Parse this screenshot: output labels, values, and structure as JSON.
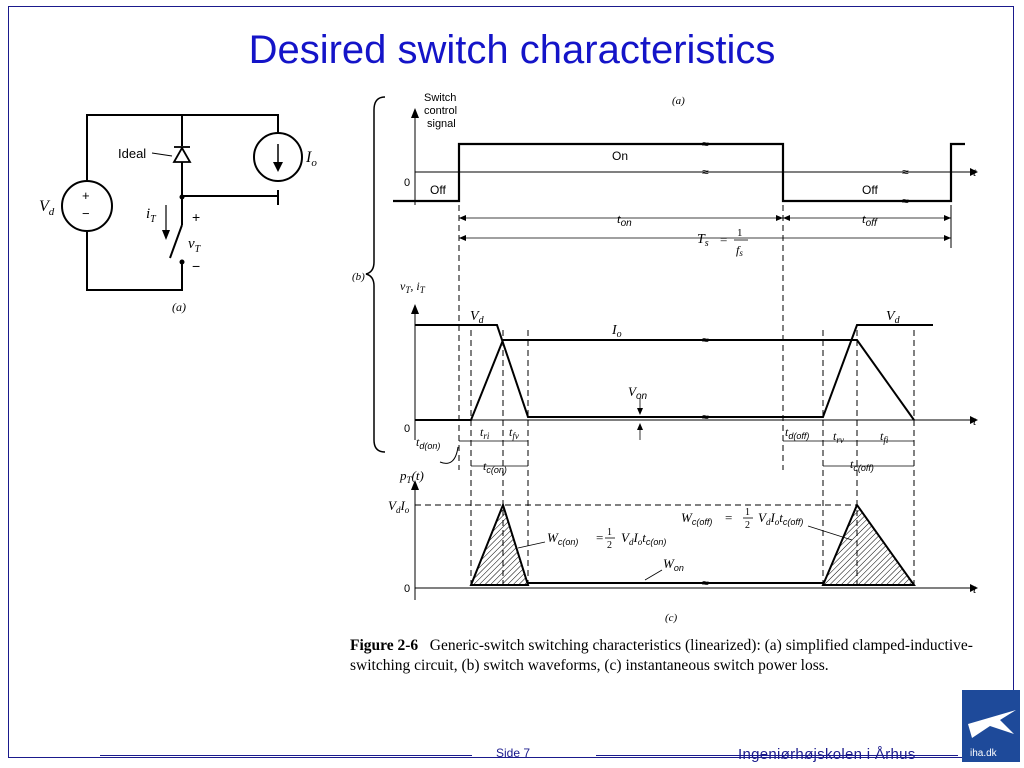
{
  "slide": {
    "title": "Desired switch characteristics",
    "page_label": "Side 7",
    "school_name": "Ingeniørhøjskolen i Århus",
    "logo_text": "iha.dk"
  },
  "circuit": {
    "ideal_label": "Ideal",
    "vd": "V",
    "vd_sub": "d",
    "io": "I",
    "io_sub": "o",
    "it": "i",
    "it_sub": "T",
    "vt": "v",
    "vt_sub": "T",
    "plus": "+",
    "minus": "−",
    "panel": "(a)"
  },
  "waveforms": {
    "panel_a": "(a)",
    "panel_b": "(b)",
    "panel_c": "(c)",
    "switch_control": [
      "Switch",
      "control",
      "signal"
    ],
    "on": "On",
    "off": "Off",
    "zero": "0",
    "t": "t",
    "t_on": "t",
    "t_on_sub": "on",
    "t_off": "t",
    "t_off_sub": "off",
    "ts": "T",
    "ts_sub": "s",
    "eq": "=",
    "one": "1",
    "fs": "f",
    "fs_sub": "s",
    "vt_it": "v",
    "vt_it_sub": "T",
    "vt_it_rest": ", i",
    "vt_it_sub2": "T",
    "vd": "V",
    "vd_sub": "d",
    "io": "I",
    "io_sub": "o",
    "von": "V",
    "von_sub": "on",
    "tri": "t",
    "tri_sub": "ri",
    "tfv": "t",
    "tfv_sub": "fv",
    "tdon": "t",
    "tdon_sub": "d(on)",
    "tcon": "t",
    "tcon_sub": "c(on)",
    "tdoff": "t",
    "tdoff_sub": "d(off)",
    "trv": "t",
    "trv_sub": "rv",
    "tfi": "t",
    "tfi_sub": "fi",
    "tcoff": "t",
    "tcoff_sub": "c(off)",
    "pt": "p",
    "pt_sub": "T",
    "pt_rest": "(t)",
    "vdio": "V",
    "vdio_sub": "d",
    "vdio_rest": "I",
    "vdio_sub2": "o",
    "wcon": "W",
    "wcon_sub": "c(on)",
    "wcon_rest": "V",
    "wcoff": "W",
    "wcoff_sub": "c(off)",
    "wcoff_rest": "V",
    "half_num": "1",
    "half_den": "2",
    "won": "W",
    "won_sub": "on"
  },
  "caption": {
    "figure_label": "Figure 2-6",
    "text": "Generic-switch switching characteristics (linearized): (a) simplified clamped-inductive-switching circuit, (b) switch waveforms, (c) instantaneous switch power loss."
  },
  "colors": {
    "title": "#1414c8",
    "frame": "#1a1a8c",
    "logo": "#1e4a9a"
  }
}
